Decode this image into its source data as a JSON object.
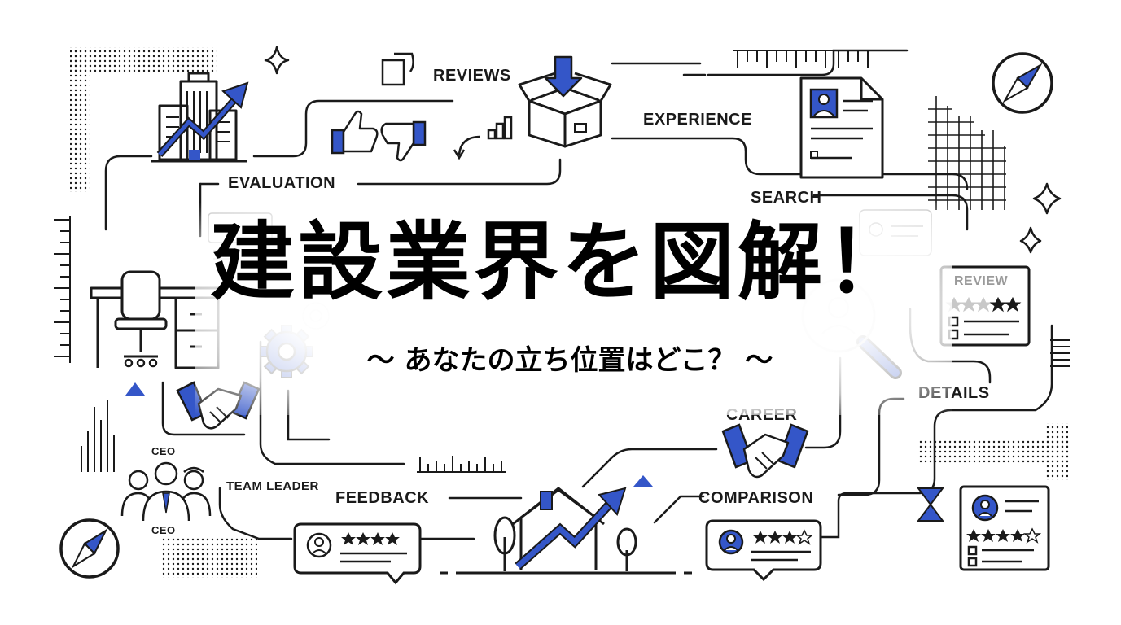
{
  "title": "建設業界を図解！",
  "subtitle": "〜 あなたの立ち位置はどこ？ 〜",
  "labels": {
    "reviews": "REVIEWS",
    "experience": "EXPERIENCE",
    "evaluation": "EVALUATION",
    "search": "SEARCH",
    "review": "REVIEW",
    "details": "DETAILS",
    "career": "CAREER",
    "comparison": "COMPARISON",
    "feedback": "FEEDBACK",
    "team_leader": "TEAM LEADER",
    "ceo_top": "CEO",
    "ceo_bottom": "CEO"
  },
  "colors": {
    "accent_blue": "#3456c8",
    "line": "#1a1a1a",
    "background": "#ffffff"
  },
  "icons": [
    "building-growth-icon",
    "thumbs-up-icon",
    "thumbs-down-icon",
    "box-download-icon",
    "resume-document-icon",
    "compass-icon",
    "desk-chair-icon",
    "gear-icon",
    "handshake-icon",
    "magnifier-icon",
    "team-people-icon",
    "house-growth-icon",
    "review-card-icon",
    "hourglass-icon",
    "sparkle-icon"
  ]
}
